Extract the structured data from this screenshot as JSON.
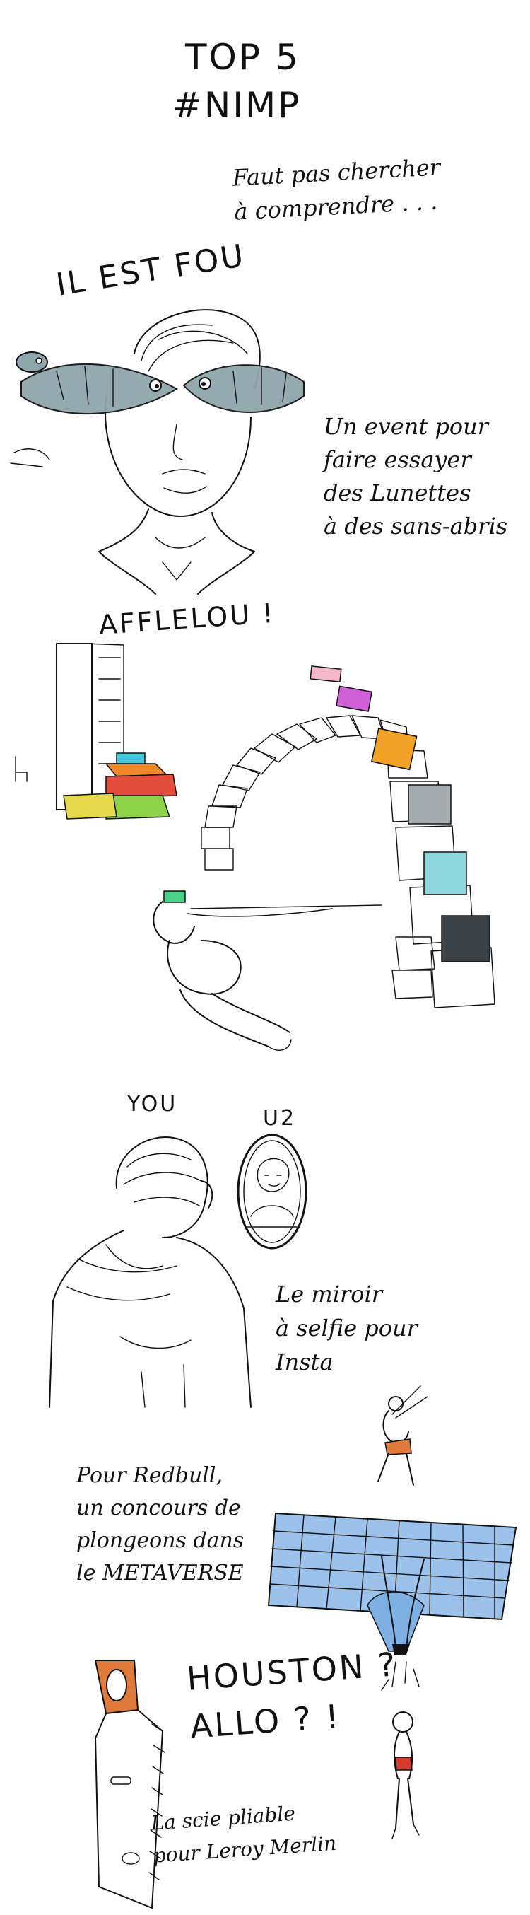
{
  "header": {
    "title_line1": "TOP 5",
    "title_line2": "#NIMP",
    "subtitle": "Faut pas chercher\nà comprendre . . ."
  },
  "panel1": {
    "shout": "IL EST FOU",
    "caption": "Un event pour\nfaire essayer\ndes Lunettes\nà des sans-abris",
    "brand": "AFFLELOU !"
  },
  "panel3": {
    "label_you": "YOU",
    "label_u2": "U2",
    "caption": "Le miroir\nà selfie pour\nInsta"
  },
  "panel4": {
    "caption": "Pour Redbull,\nun concours de\nplongeons dans\nle METAVERSE"
  },
  "panel5": {
    "shout": "HOUSTON ?\nALLO ? !",
    "caption": "La scie pliable\npour Leroy Merlin"
  },
  "colors": {
    "ink": "#111111",
    "fish": "#8fa6ab",
    "tile_pink": "#f4b8c8",
    "tile_magenta": "#d05fd8",
    "tile_orange": "#f2a227",
    "tile_grey": "#a4acb0",
    "tile_cyan": "#8fd7df",
    "tile_dark": "#3a4147",
    "step_yellow": "#e5d84a",
    "step_green": "#8ed24a",
    "step_red": "#e34b3a",
    "step_orange": "#f0892a",
    "step_cyan": "#47c7db",
    "grid_blue": "#9cc2ec",
    "saw_orange": "#e07a3a",
    "swimsuit_red": "#d33b2f"
  }
}
